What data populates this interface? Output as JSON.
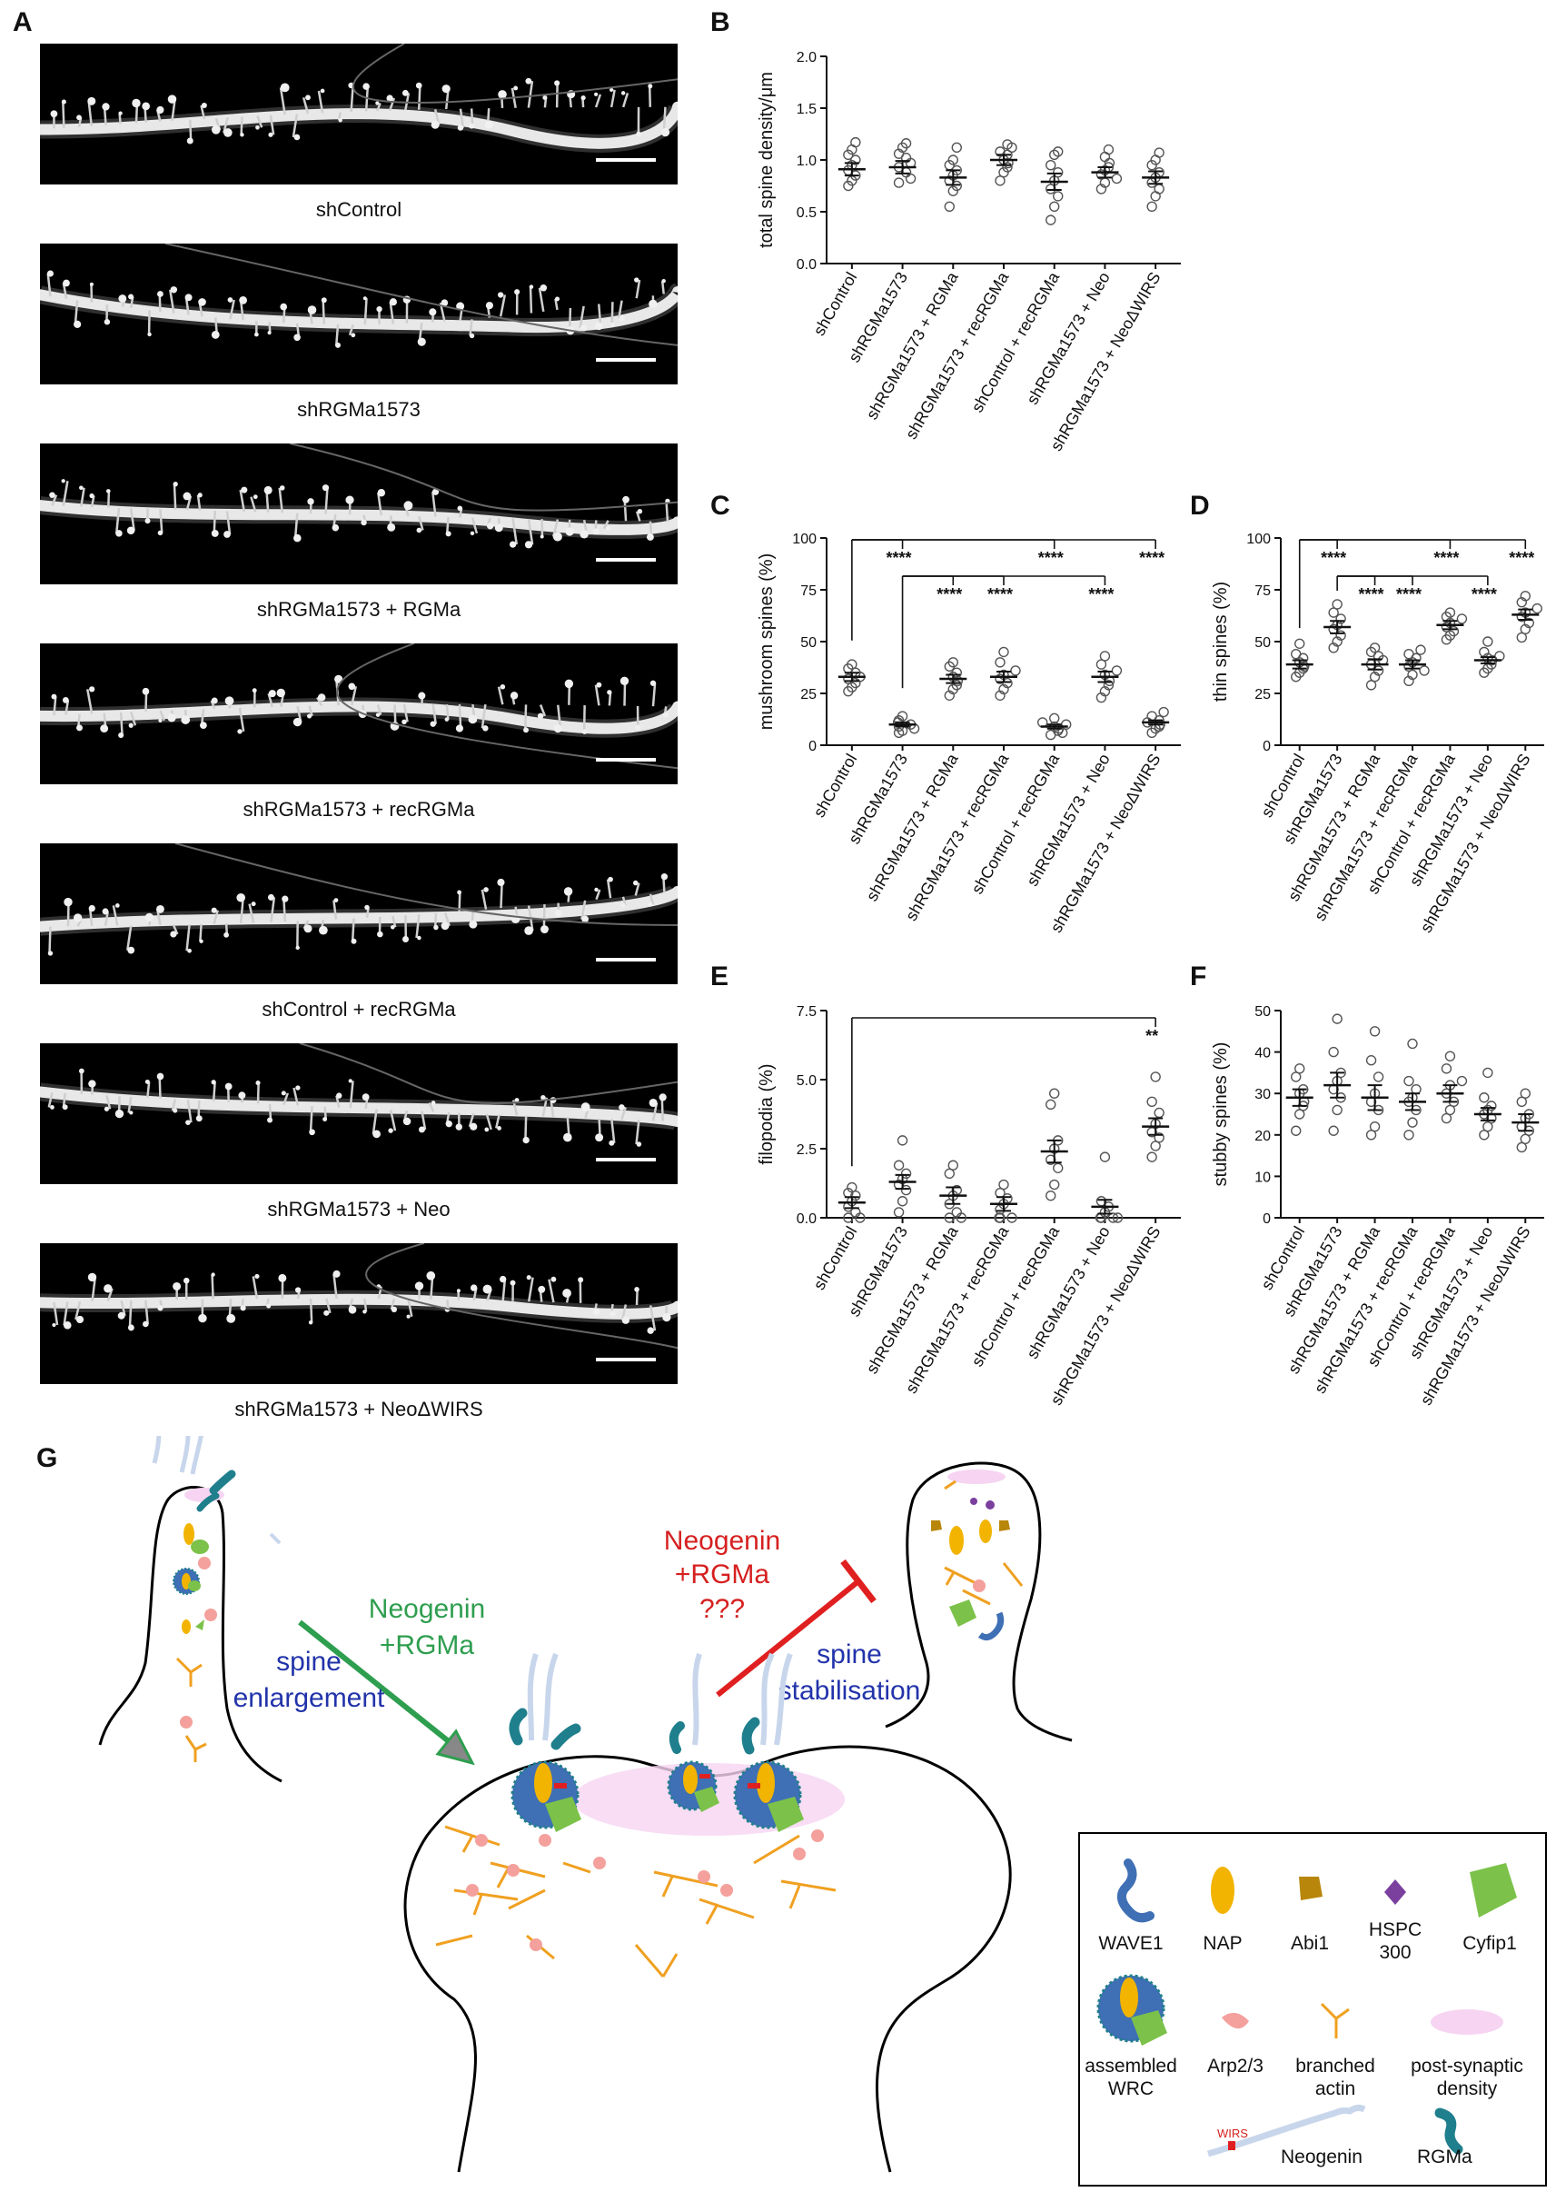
{
  "panels": {
    "A": "A",
    "B": "B",
    "C": "C",
    "D": "D",
    "E": "E",
    "F": "F",
    "G": "G"
  },
  "micrographs": [
    {
      "label": "shControl"
    },
    {
      "label": "shRGMa1573"
    },
    {
      "label": "shRGMa1573 + RGMa"
    },
    {
      "label": "shRGMa1573 + recRGMa"
    },
    {
      "label": "shControl + recRGMa"
    },
    {
      "label": "shRGMa1573 + Neo"
    },
    {
      "label": "shRGMa1573 + NeoΔWIRS"
    }
  ],
  "chart_data": [
    {
      "panel": "B",
      "type": "scatter",
      "ylabel": "total spine density/μm",
      "ylim": [
        0,
        2.0
      ],
      "yticks": [
        "0.0",
        "0.5",
        "1.0",
        "1.5",
        "2.0"
      ],
      "categories": [
        "shControl",
        "shRGMa1573",
        "shRGMa1573 + RGMa",
        "shRGMa1573 + recRGMa",
        "shControl + recRGMa",
        "shRGMa1573 + Neo",
        "shRGMa1573 + NeoΔWIRS"
      ],
      "means": [
        0.91,
        0.93,
        0.83,
        1.0,
        0.79,
        0.88,
        0.83
      ],
      "sem": [
        0.06,
        0.06,
        0.07,
        0.05,
        0.08,
        0.05,
        0.06
      ],
      "points": [
        [
          0.75,
          0.8,
          0.85,
          0.9,
          0.95,
          1.0,
          1.05,
          1.1,
          1.17
        ],
        [
          0.78,
          0.82,
          0.88,
          0.93,
          0.97,
          1.02,
          1.06,
          1.12,
          1.16
        ],
        [
          0.55,
          0.7,
          0.75,
          0.8,
          0.85,
          0.9,
          0.95,
          1.0,
          1.12
        ],
        [
          0.8,
          0.88,
          0.93,
          0.97,
          1.0,
          1.05,
          1.08,
          1.12,
          1.15
        ],
        [
          0.42,
          0.55,
          0.65,
          0.72,
          0.8,
          0.88,
          0.95,
          1.05,
          1.08
        ],
        [
          0.72,
          0.78,
          0.82,
          0.86,
          0.9,
          0.93,
          0.97,
          1.03,
          1.1
        ],
        [
          0.55,
          0.65,
          0.72,
          0.78,
          0.83,
          0.88,
          0.95,
          1.0,
          1.07
        ]
      ],
      "brackets": []
    },
    {
      "panel": "C",
      "type": "scatter",
      "ylabel": "mushroom spines (%)",
      "ylim": [
        0,
        100
      ],
      "yticks": [
        "0",
        "25",
        "50",
        "75",
        "100"
      ],
      "categories": [
        "shControl",
        "shRGMa1573",
        "shRGMa1573 + RGMa",
        "shRGMa1573 + recRGMa",
        "shControl + recRGMa",
        "shRGMa1573 + Neo",
        "shRGMa1573 + NeoΔWIRS"
      ],
      "means": [
        33,
        10,
        32,
        33,
        9,
        33,
        11
      ],
      "sem": [
        2,
        1,
        2,
        2.5,
        1,
        2.5,
        1
      ],
      "points": [
        [
          26,
          28,
          30,
          32,
          33,
          35,
          37,
          39
        ],
        [
          6,
          7,
          8,
          9,
          10,
          11,
          12,
          14
        ],
        [
          24,
          27,
          29,
          31,
          33,
          35,
          38,
          40
        ],
        [
          24,
          27,
          30,
          32,
          34,
          36,
          40,
          45
        ],
        [
          5,
          6,
          7,
          8,
          9,
          10,
          11,
          13
        ],
        [
          23,
          26,
          29,
          31,
          34,
          36,
          39,
          43
        ],
        [
          6,
          8,
          9,
          10,
          11,
          12,
          14,
          16
        ]
      ],
      "brackets": [
        {
          "from": 0,
          "to": 1,
          "level": 0,
          "label": "****"
        },
        {
          "from": 1,
          "to": 2,
          "level": 1,
          "label": "****"
        },
        {
          "from": 1,
          "to": 3,
          "level": 1,
          "label": "****"
        },
        {
          "from": 0,
          "to": 4,
          "level": 2,
          "label": "****"
        },
        {
          "from": 1,
          "to": 5,
          "level": 1,
          "label": "****"
        },
        {
          "from": 0,
          "to": 6,
          "level": 2,
          "label": "****"
        }
      ]
    },
    {
      "panel": "D",
      "type": "scatter",
      "ylabel": "thin spines (%)",
      "ylim": [
        0,
        100
      ],
      "yticks": [
        "0",
        "25",
        "50",
        "75",
        "100"
      ],
      "categories": [
        "shControl",
        "shRGMa1573",
        "shRGMa1573 + RGMa",
        "shRGMa1573 + recRGMa",
        "shControl + recRGMa",
        "shRGMa1573 + Neo",
        "shRGMa1573 + NeoΔWIRS"
      ],
      "means": [
        39,
        57,
        39,
        39,
        58,
        41,
        63
      ],
      "sem": [
        2,
        3,
        2.5,
        2,
        2,
        1.5,
        2.5
      ],
      "points": [
        [
          33,
          35,
          37,
          38,
          40,
          42,
          44,
          49
        ],
        [
          47,
          50,
          53,
          56,
          58,
          61,
          64,
          68
        ],
        [
          29,
          33,
          36,
          39,
          41,
          43,
          45,
          47
        ],
        [
          31,
          34,
          36,
          38,
          40,
          42,
          44,
          46
        ],
        [
          51,
          53,
          55,
          57,
          59,
          61,
          62,
          64
        ],
        [
          35,
          37,
          39,
          41,
          42,
          43,
          45,
          50
        ],
        [
          52,
          56,
          59,
          62,
          64,
          66,
          69,
          72
        ]
      ],
      "brackets": [
        {
          "from": 0,
          "to": 1,
          "level": 0,
          "label": "****"
        },
        {
          "from": 1,
          "to": 2,
          "level": 1,
          "label": "****"
        },
        {
          "from": 1,
          "to": 3,
          "level": 1,
          "label": "****"
        },
        {
          "from": 0,
          "to": 4,
          "level": 2,
          "label": "****"
        },
        {
          "from": 1,
          "to": 5,
          "level": 1,
          "label": "****"
        },
        {
          "from": 0,
          "to": 6,
          "level": 2,
          "label": "****"
        }
      ]
    },
    {
      "panel": "E",
      "type": "scatter",
      "ylabel": "filopodia (%)",
      "ylim": [
        0,
        7.5
      ],
      "yticks": [
        "0.0",
        "2.5",
        "5.0",
        "7.5"
      ],
      "categories": [
        "shControl",
        "shRGMa1573",
        "shRGMa1573 + RGMa",
        "shRGMa1573 + recRGMa",
        "shControl + recRGMa",
        "shRGMa1573 + Neo",
        "shRGMa1573 + NeoΔWIRS"
      ],
      "means": [
        0.55,
        1.3,
        0.8,
        0.5,
        2.4,
        0.4,
        3.3
      ],
      "sem": [
        0.2,
        0.25,
        0.3,
        0.25,
        0.4,
        0.25,
        0.3
      ],
      "points": [
        [
          0,
          0,
          0.2,
          0.4,
          0.6,
          0.8,
          0.9,
          1.1
        ],
        [
          0.2,
          0.6,
          1.0,
          1.2,
          1.4,
          1.6,
          1.9,
          2.8
        ],
        [
          0,
          0,
          0.2,
          0.5,
          0.8,
          1.0,
          1.6,
          1.9
        ],
        [
          0,
          0,
          0,
          0.3,
          0.5,
          0.7,
          0.9,
          1.2
        ],
        [
          0.8,
          1.2,
          1.8,
          2.1,
          2.5,
          2.8,
          4.1,
          4.5
        ],
        [
          0,
          0,
          0,
          0,
          0.2,
          0.4,
          0.6,
          2.2
        ],
        [
          2.2,
          2.6,
          2.9,
          3.1,
          3.4,
          3.8,
          4.2,
          5.1
        ]
      ],
      "brackets": [
        {
          "from": 0,
          "to": 6,
          "level": 0,
          "label": "**"
        }
      ]
    },
    {
      "panel": "F",
      "type": "scatter",
      "ylabel": "stubby spines (%)",
      "ylim": [
        0,
        50
      ],
      "yticks": [
        "0",
        "10",
        "20",
        "30",
        "40",
        "50"
      ],
      "categories": [
        "shControl",
        "shRGMa1573",
        "shRGMa1573 + RGMa",
        "shRGMa1573 + recRGMa",
        "shControl + recRGMa",
        "shRGMa1573 + Neo",
        "shRGMa1573 + NeoΔWIRS"
      ],
      "means": [
        29,
        32,
        29,
        28,
        30,
        25,
        23
      ],
      "sem": [
        2,
        3,
        3,
        2,
        2,
        1.5,
        2
      ],
      "points": [
        [
          21,
          25,
          27,
          28,
          30,
          31,
          34,
          36
        ],
        [
          21,
          26,
          29,
          31,
          33,
          35,
          40,
          48
        ],
        [
          20,
          22,
          26,
          28,
          30,
          34,
          38,
          45
        ],
        [
          20,
          23,
          26,
          28,
          29,
          31,
          33,
          42
        ],
        [
          24,
          26,
          28,
          30,
          32,
          33,
          36,
          39
        ],
        [
          20,
          22,
          24,
          25,
          26,
          27,
          29,
          35
        ],
        [
          17,
          19,
          21,
          22,
          24,
          25,
          28,
          30
        ]
      ],
      "brackets": []
    }
  ],
  "diagram": {
    "arrow_green": [
      "Neogenin",
      "+RGMa"
    ],
    "arrow_red": [
      "Neogenin",
      "+RGMa",
      "???"
    ],
    "enlargement": [
      "spine",
      "enlargement"
    ],
    "stabilisation": [
      "spine",
      "stabilisation"
    ],
    "legend": {
      "wave1": "WAVE1",
      "nap": "NAP",
      "abi1": "Abi1",
      "hspc": [
        "HSPC",
        "300"
      ],
      "cyfip1": "Cyfip1",
      "wrc": [
        "assembled",
        "WRC"
      ],
      "arp": "Arp2/3",
      "actin": [
        "branched",
        "actin"
      ],
      "psd": [
        "post-synaptic",
        "density"
      ],
      "wirs": "WIRS",
      "neogenin": "Neogenin",
      "rgma": "RGMa"
    },
    "colors": {
      "wave1": "#3f6fb5",
      "nap": "#f2b400",
      "abi1": "#b8860b",
      "hspc": "#7b3f9e",
      "cyfip1": "#7cc24a",
      "arp": "#f4a09c",
      "actin": "#f0a020",
      "psd": "#f6d4f2",
      "neogenin": "#c8d6ec",
      "rgma": "#1f7f8c",
      "green_arrow": "#2e9e4f",
      "red_arrow": "#e02020"
    }
  }
}
